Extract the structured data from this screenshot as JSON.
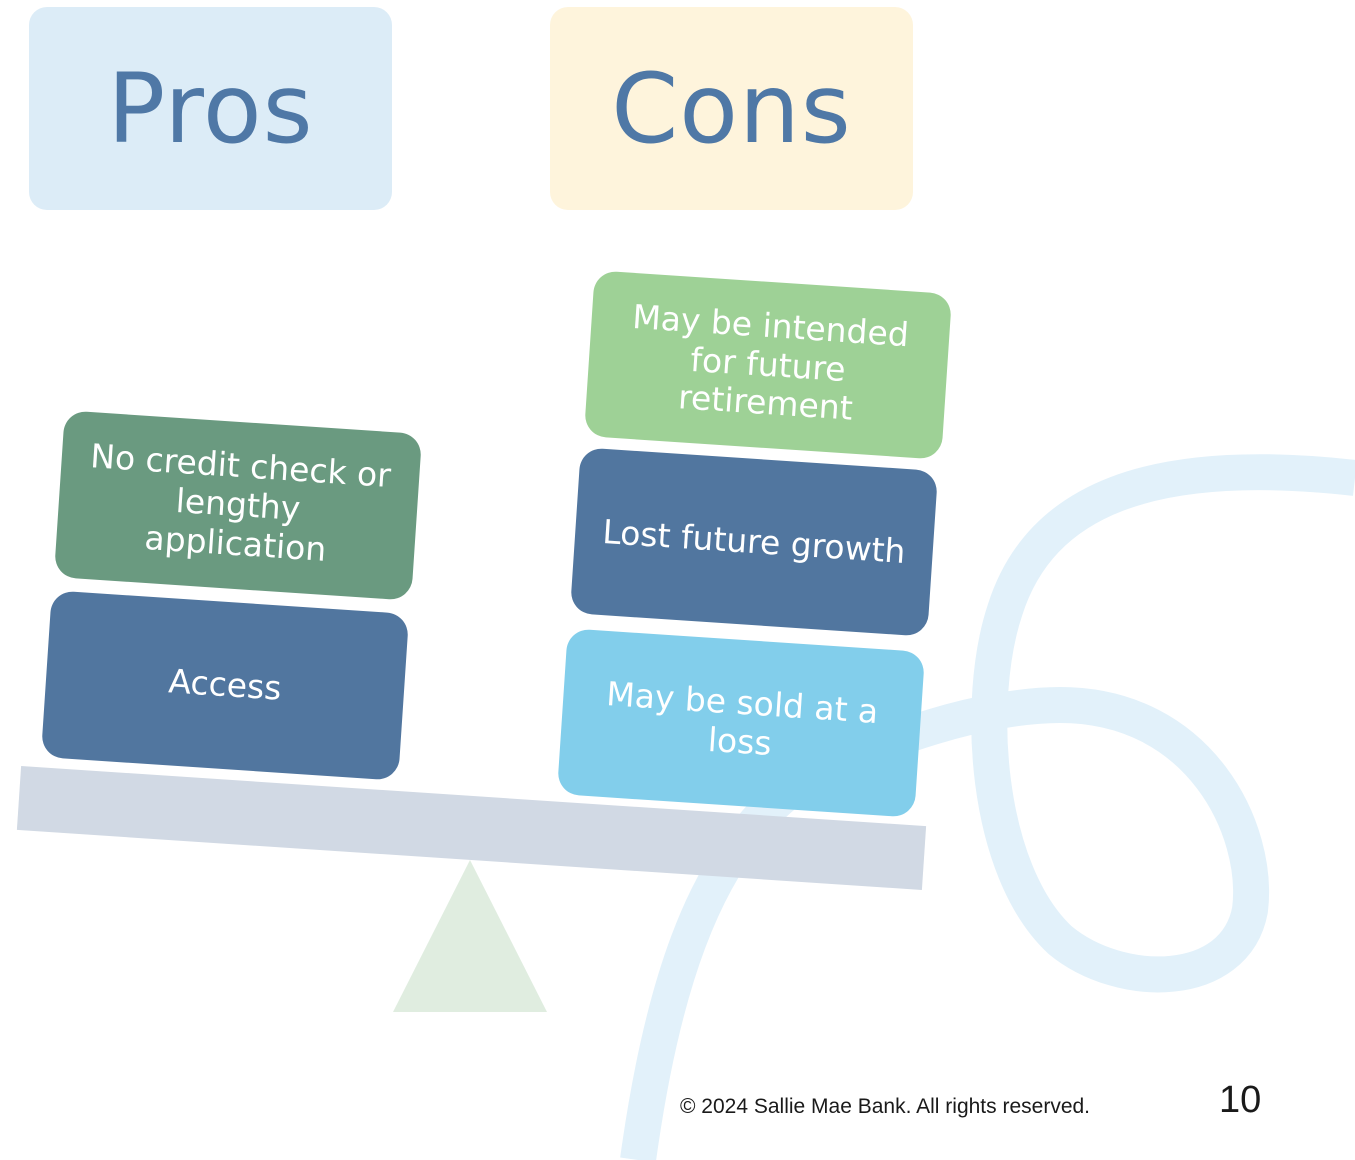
{
  "headers": {
    "pros": "Pros",
    "cons": "Cons"
  },
  "pros": [
    "No credit check or lengthy application",
    "Access"
  ],
  "cons": [
    "May be intended for future retirement",
    "Lost future growth",
    "May be sold at a loss"
  ],
  "footer": {
    "copyright": "© 2024 Sallie Mae Bank. All rights reserved.",
    "page_number": "10"
  },
  "colors": {
    "header_text": "#4f78a6",
    "pros_header_bg": "#dcecf7",
    "cons_header_bg": "#fef4dc",
    "block_dark_blue": "#51769f",
    "block_green": "#6a9a80",
    "block_light_green": "#9ed196",
    "block_light_blue": "#82ceeb",
    "beam": "#d1d9e4",
    "fulcrum": "#e0ede0",
    "decor_swirl": "#e2f1fa"
  }
}
